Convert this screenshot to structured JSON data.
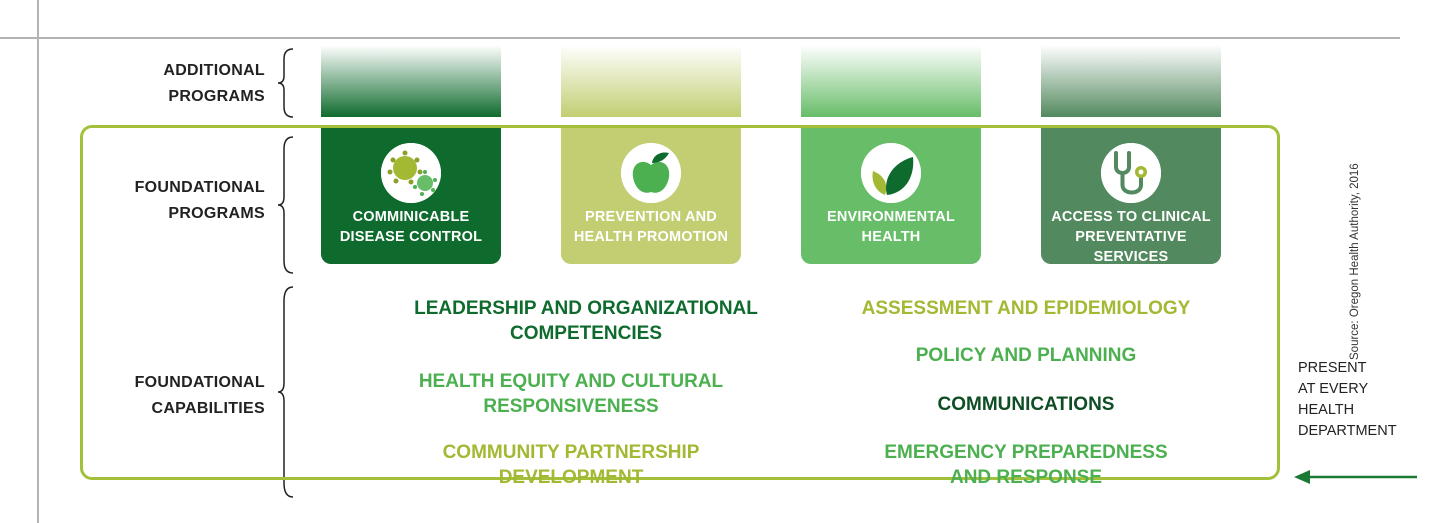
{
  "row_labels": {
    "additional": [
      "ADDITIONAL",
      "PROGRAMS"
    ],
    "foundational_programs": [
      "FOUNDATIONAL",
      "PROGRAMS"
    ],
    "foundational_capabilities": [
      "FOUNDATIONAL",
      "CAPABILITIES"
    ]
  },
  "programs": [
    {
      "line1": "COMMINICABLE",
      "line2": "DISEASE CONTROL",
      "color": "#0f6b2d",
      "icon": "virus-icon"
    },
    {
      "line1": "PREVENTION AND",
      "line2": "HEALTH PROMOTION",
      "color": "#c2ce71",
      "icon": "apple-icon"
    },
    {
      "line1": "ENVIRONMENTAL",
      "line2": "HEALTH",
      "color": "#67bd68",
      "icon": "leaves-icon"
    },
    {
      "line1": "ACCESS TO CLINICAL",
      "line2": "PREVENTATIVE SERVICES",
      "color": "#52895e",
      "icon": "stethoscope-icon"
    }
  ],
  "capabilities": {
    "left": [
      {
        "line1": "LEADERSHIP AND ORGANIZATIONAL",
        "line2": "COMPETENCIES",
        "color": "#0f6b2d"
      },
      {
        "line1": "HEALTH EQUITY AND CULTURAL",
        "line2": "RESPONSIVENESS",
        "color": "#4cb050"
      },
      {
        "line1": "COMMUNITY PARTNERSHIP",
        "line2": "DEVELOPMENT",
        "color": "#a3b833"
      }
    ],
    "right": [
      {
        "line1": "ASSESSMENT AND EPIDEMIOLOGY",
        "color": "#a3b833"
      },
      {
        "line1": "POLICY AND PLANNING",
        "color": "#4cb050"
      },
      {
        "line1": "COMMUNICATIONS",
        "color": "#0f4d24"
      },
      {
        "line1": "EMERGENCY PREPAREDNESS",
        "line2": "AND RESPONSE",
        "color": "#4cb050"
      }
    ]
  },
  "present_note": [
    "PRESENT",
    "AT EVERY",
    "HEALTH",
    "DEPARTMENT"
  ],
  "source": "Source: Oregon Health Authority, 2016",
  "colors": {
    "frame": "#a3c03b",
    "arrow": "#1a7a34",
    "gridline": "#b4b4b4"
  }
}
